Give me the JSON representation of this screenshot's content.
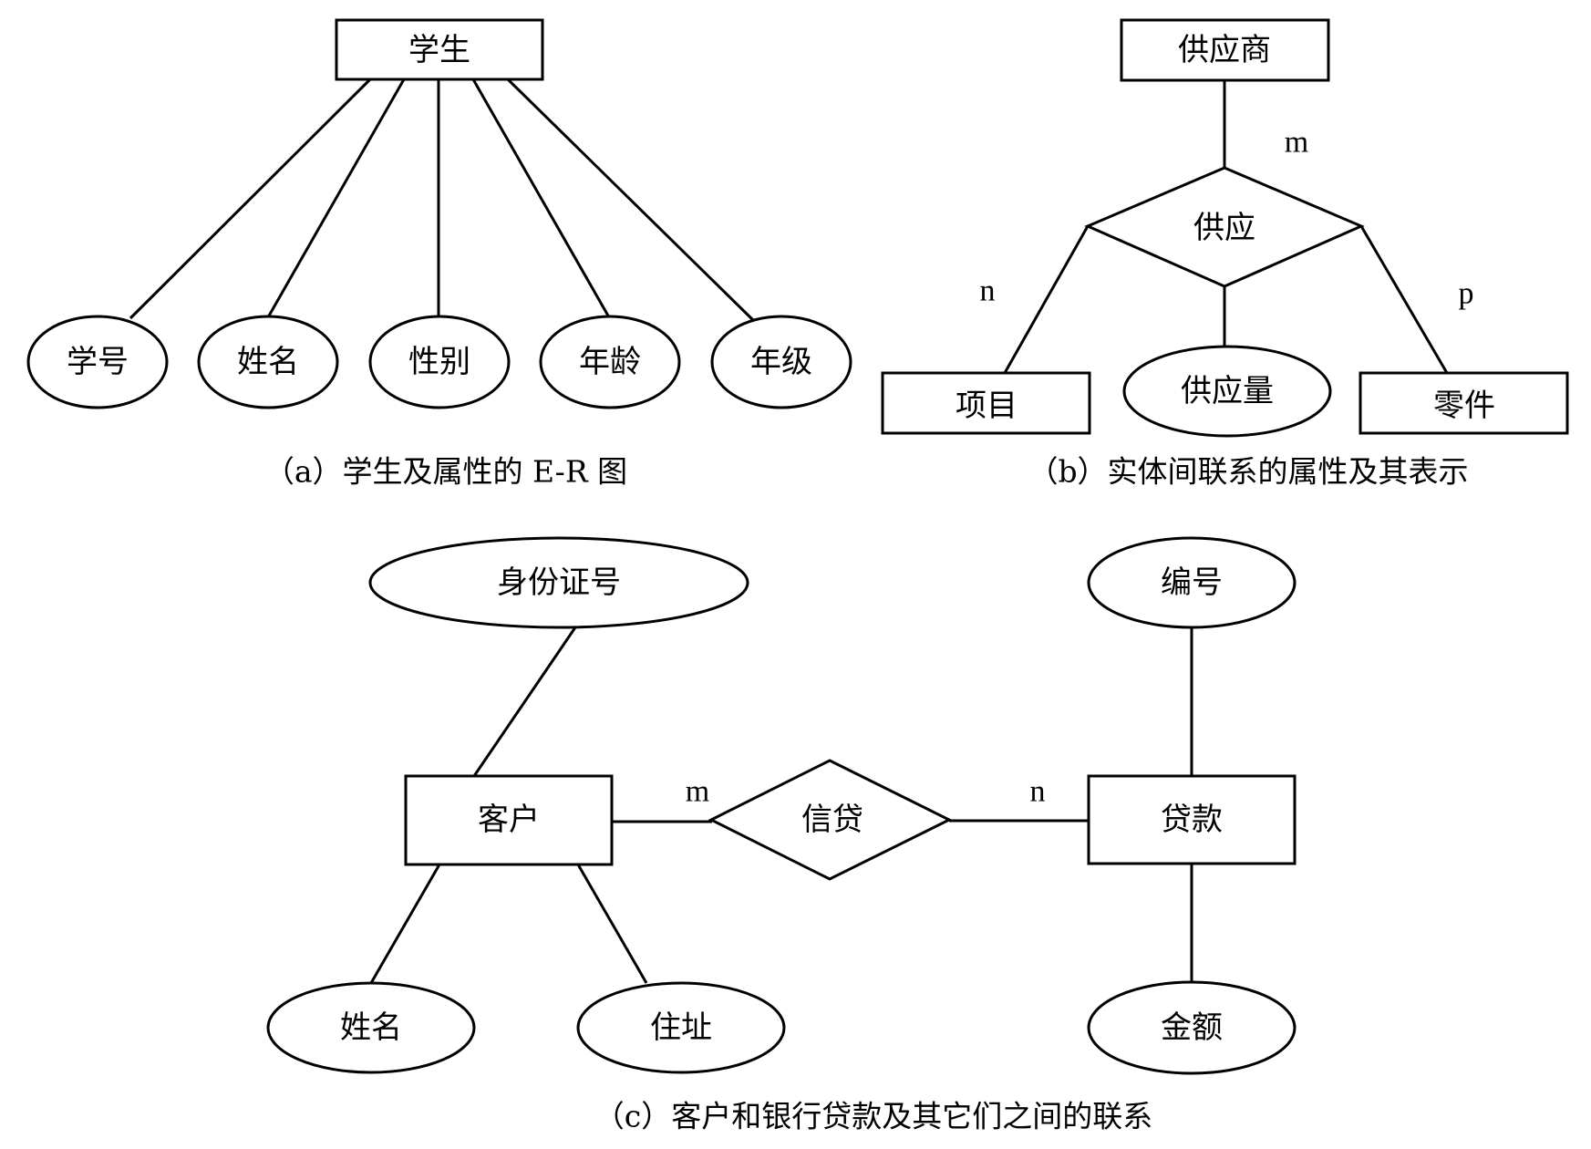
{
  "diagram_a": {
    "caption": "（a）学生及属性的 E-R 图",
    "entity": "学生",
    "attributes": [
      "学号",
      "姓名",
      "性别",
      "年龄",
      "年级"
    ]
  },
  "diagram_b": {
    "caption": "（b）实体间联系的属性及其表示",
    "entities": {
      "supplier": "供应商",
      "project": "项目",
      "part": "零件"
    },
    "relationship": "供应",
    "relationship_attribute": "供应量",
    "cardinalities": {
      "supplier": "m",
      "project": "n",
      "part": "p"
    }
  },
  "diagram_c": {
    "caption": "（c）客户和银行贷款及其它们之间的联系",
    "entities": {
      "customer": "客户",
      "loan": "贷款"
    },
    "relationship": "信贷",
    "customer_attributes": {
      "id": "身份证号",
      "name": "姓名",
      "address": "住址"
    },
    "loan_attributes": {
      "number": "编号",
      "amount": "金额"
    },
    "cardinalities": {
      "customer": "m",
      "loan": "n"
    }
  }
}
